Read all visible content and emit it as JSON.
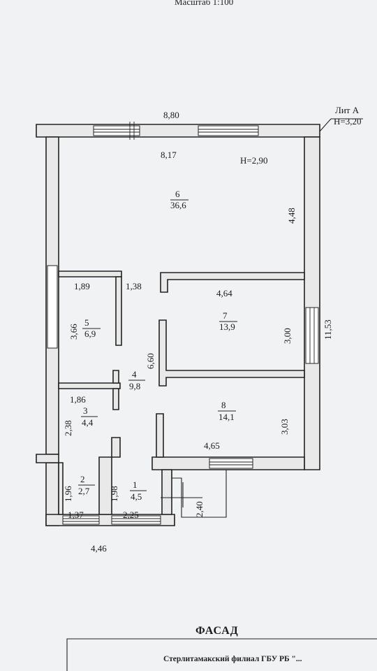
{
  "header": {
    "scale": "Масштаб 1:100"
  },
  "litera": {
    "name": "Лит А",
    "height": "Н=3,20"
  },
  "overall": {
    "width_top": "8,80",
    "width_bottom": "4,46",
    "depth": "11,53"
  },
  "rooms": [
    {
      "num": "6",
      "area": "36,6",
      "height": "Н=2,90",
      "width": "8,17",
      "depth": "4,48"
    },
    {
      "num": "5",
      "area": "6,9",
      "width": "1,89",
      "depth": "3,66"
    },
    {
      "num": "7",
      "area": "13,9",
      "width": "4,64",
      "depth": "3,00"
    },
    {
      "num": "4",
      "area": "9,8",
      "width": "1,38",
      "depth": "6,60"
    },
    {
      "num": "8",
      "area": "14,1",
      "width": "4,65",
      "depth": "3,03"
    },
    {
      "num": "3",
      "area": "4,4",
      "width": "1,86",
      "depth": "2,38"
    },
    {
      "num": "2",
      "area": "2,7",
      "width": "1,37",
      "depth": "1,96"
    },
    {
      "num": "1",
      "area": "4,5",
      "width": "2,25",
      "depth": "1,98"
    }
  ],
  "porch": {
    "depth": "2,40"
  },
  "footer": {
    "title": "ФАСАД",
    "org": "Стерлитамакский филиал ГБУ РБ \"..."
  }
}
